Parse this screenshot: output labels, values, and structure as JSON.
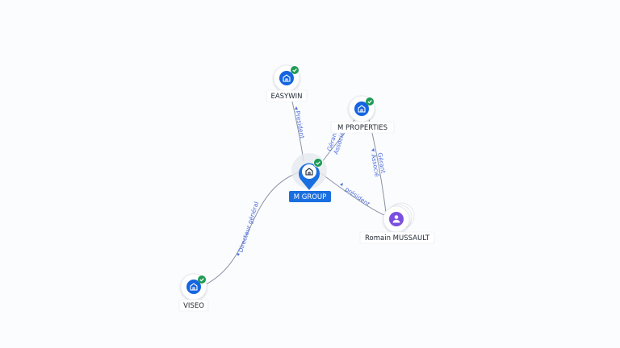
{
  "colors": {
    "company": "#1565e0",
    "company_main": "#1a6fe0",
    "person": "#7b4fe0",
    "check": "#1e9b55",
    "edge_label": "#4f6fe0",
    "edge": "#8a93a3"
  },
  "nodes": {
    "easywin": {
      "label": "EASYWIN",
      "icon": "building-icon",
      "verified": true
    },
    "mproperties": {
      "label": "M PROPERTIES",
      "icon": "building-icon",
      "verified": true
    },
    "mgroup": {
      "label": "M GROUP",
      "icon": "building-icon",
      "verified": true
    },
    "romain": {
      "label": "Romain MUSSAULT",
      "icon": "person-icon"
    },
    "viseo": {
      "label": "VISEO",
      "icon": "building-icon",
      "verified": true
    }
  },
  "edges": {
    "mgroup_easywin": {
      "label": "President"
    },
    "mgroup_mproperties_1": {
      "label": "Gérant"
    },
    "mgroup_mproperties_2": {
      "label": "Associé"
    },
    "romain_mproperties_1": {
      "label": "Gérant"
    },
    "romain_mproperties_2": {
      "label": "Associé"
    },
    "romain_mgroup": {
      "label": "président"
    },
    "mgroup_viseo": {
      "label": "Directeur général"
    }
  }
}
